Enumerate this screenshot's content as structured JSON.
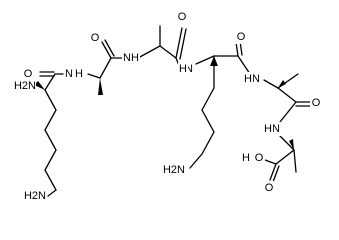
{
  "structure": {
    "atom_labels": {
      "o_lys_n": "O",
      "nh2_lys_n_alpha": "H2N",
      "nh_lys_n_amide": "N",
      "nh_lys_n_amide_h": "H",
      "nh2_lys_n_side": "H2N",
      "o_ala_1": "O",
      "nh_ala_1": "N",
      "nh_ala_1_h": "H",
      "o_ala_2": "O",
      "nh_ala_2": "N",
      "nh_ala_2_h": "H",
      "nh2_lys_mid_side": "H2N",
      "o_lys_mid": "O",
      "nh_lys_mid": "N",
      "nh_lys_mid_h": "H",
      "o_ala_3": "O",
      "nh_ala_3": "N",
      "nh_ala_3_h": "H",
      "o_acid_carbonyl": "O",
      "o_acid_hydroxyl": "O",
      "o_acid_hydroxyl_h": "H"
    }
  }
}
